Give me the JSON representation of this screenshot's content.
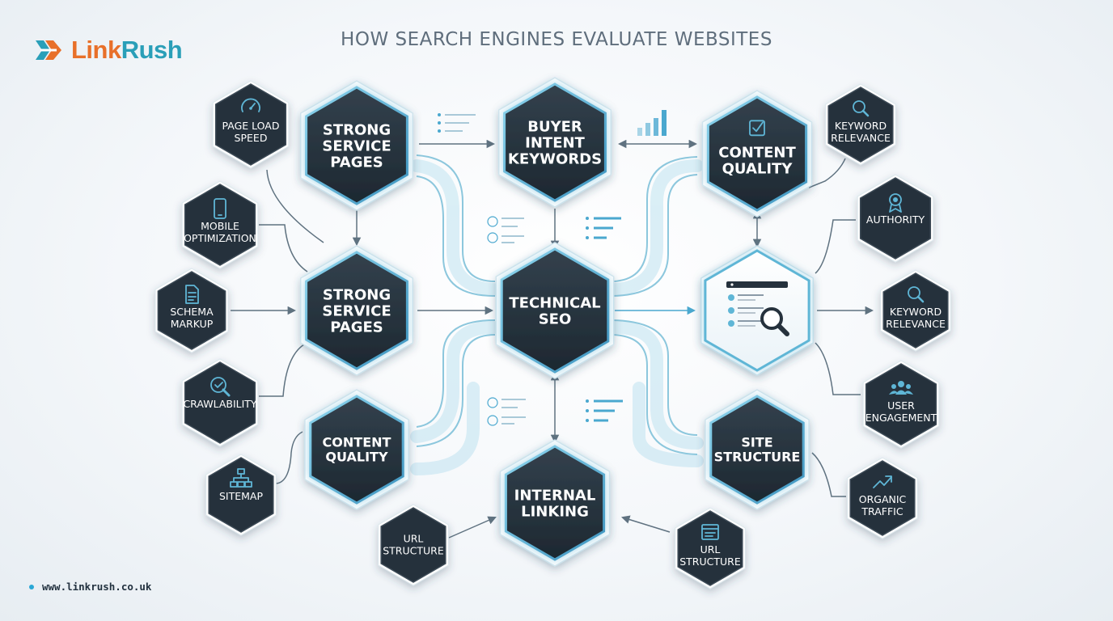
{
  "brand": {
    "name_part1": "Link",
    "name_part2": "Rush",
    "color_primary": "#e8702a",
    "color_secondary": "#2a9fb8"
  },
  "title": "HOW SEARCH ENGINES EVALUATE WEBSITES",
  "footer": {
    "url": "www.linkrush.co.uk"
  },
  "colors": {
    "node_dark": "#25313c",
    "accent": "#5fb6d6",
    "flow": "#a9d8ea"
  },
  "nodes": [
    {
      "id": "strong-service-pages-top",
      "lines": [
        "STRONG",
        "SERVICE",
        "PAGES"
      ],
      "kind": "primary"
    },
    {
      "id": "buyer-intent-keywords",
      "lines": [
        "BUYER",
        "INTENT",
        "KEYWORDS"
      ],
      "kind": "primary"
    },
    {
      "id": "content-quality-top",
      "lines": [
        "CONTENT",
        "QUALITY"
      ],
      "kind": "primary",
      "icon": "checkbox-icon"
    },
    {
      "id": "strong-service-pages-mid",
      "lines": [
        "STRONG",
        "SERVICE",
        "PAGES"
      ],
      "kind": "primary"
    },
    {
      "id": "technical-seo",
      "lines": [
        "TECHNICAL",
        "SEO"
      ],
      "kind": "primary"
    },
    {
      "id": "search-results",
      "lines": [],
      "kind": "light",
      "icon": "search-results-icon"
    },
    {
      "id": "content-quality-bottom",
      "lines": [
        "CONTENT",
        "QUALITY"
      ],
      "kind": "primary"
    },
    {
      "id": "internal-linking",
      "lines": [
        "INTERNAL",
        "LINKING"
      ],
      "kind": "primary"
    },
    {
      "id": "site-structure",
      "lines": [
        "SITE",
        "STRUCTURE"
      ],
      "kind": "primary"
    },
    {
      "id": "page-load-speed",
      "lines": [
        "PAGE LOAD",
        "SPEED"
      ],
      "kind": "small",
      "icon": "speedometer-icon"
    },
    {
      "id": "mobile-optimization",
      "lines": [
        "MOBILE",
        "OPTIMIZATION"
      ],
      "kind": "small",
      "icon": "mobile-phone-icon"
    },
    {
      "id": "schema-markup",
      "lines": [
        "SCHEMA",
        "MARKUP"
      ],
      "kind": "small",
      "icon": "document-icon"
    },
    {
      "id": "crawlability",
      "lines": [
        "CRAWLABILITY"
      ],
      "kind": "small",
      "icon": "magnifier-check-icon"
    },
    {
      "id": "sitemap",
      "lines": [
        "SITEMAP"
      ],
      "kind": "small",
      "icon": "sitemap-icon"
    },
    {
      "id": "url-structure-left",
      "lines": [
        "URL",
        "STRUCTURE"
      ],
      "kind": "small"
    },
    {
      "id": "url-structure-right",
      "lines": [
        "URL",
        "STRUCTURE"
      ],
      "kind": "small",
      "icon": "browser-window-icon"
    },
    {
      "id": "keyword-relevance-top",
      "lines": [
        "KEYWORD",
        "RELEVANCE"
      ],
      "kind": "small",
      "icon": "magnifier-icon"
    },
    {
      "id": "authority",
      "lines": [
        "AUTHORITY"
      ],
      "kind": "small",
      "icon": "award-badge-icon"
    },
    {
      "id": "keyword-relevance-mid",
      "lines": [
        "KEYWORD",
        "RELEVANCE"
      ],
      "kind": "small",
      "icon": "magnifier-icon"
    },
    {
      "id": "user-engagement",
      "lines": [
        "USER",
        "ENGAGEMENT"
      ],
      "kind": "small",
      "icon": "users-icon"
    },
    {
      "id": "organic-traffic",
      "lines": [
        "ORGANIC",
        "TRAFFIC"
      ],
      "kind": "small",
      "icon": "trending-up-icon"
    }
  ]
}
